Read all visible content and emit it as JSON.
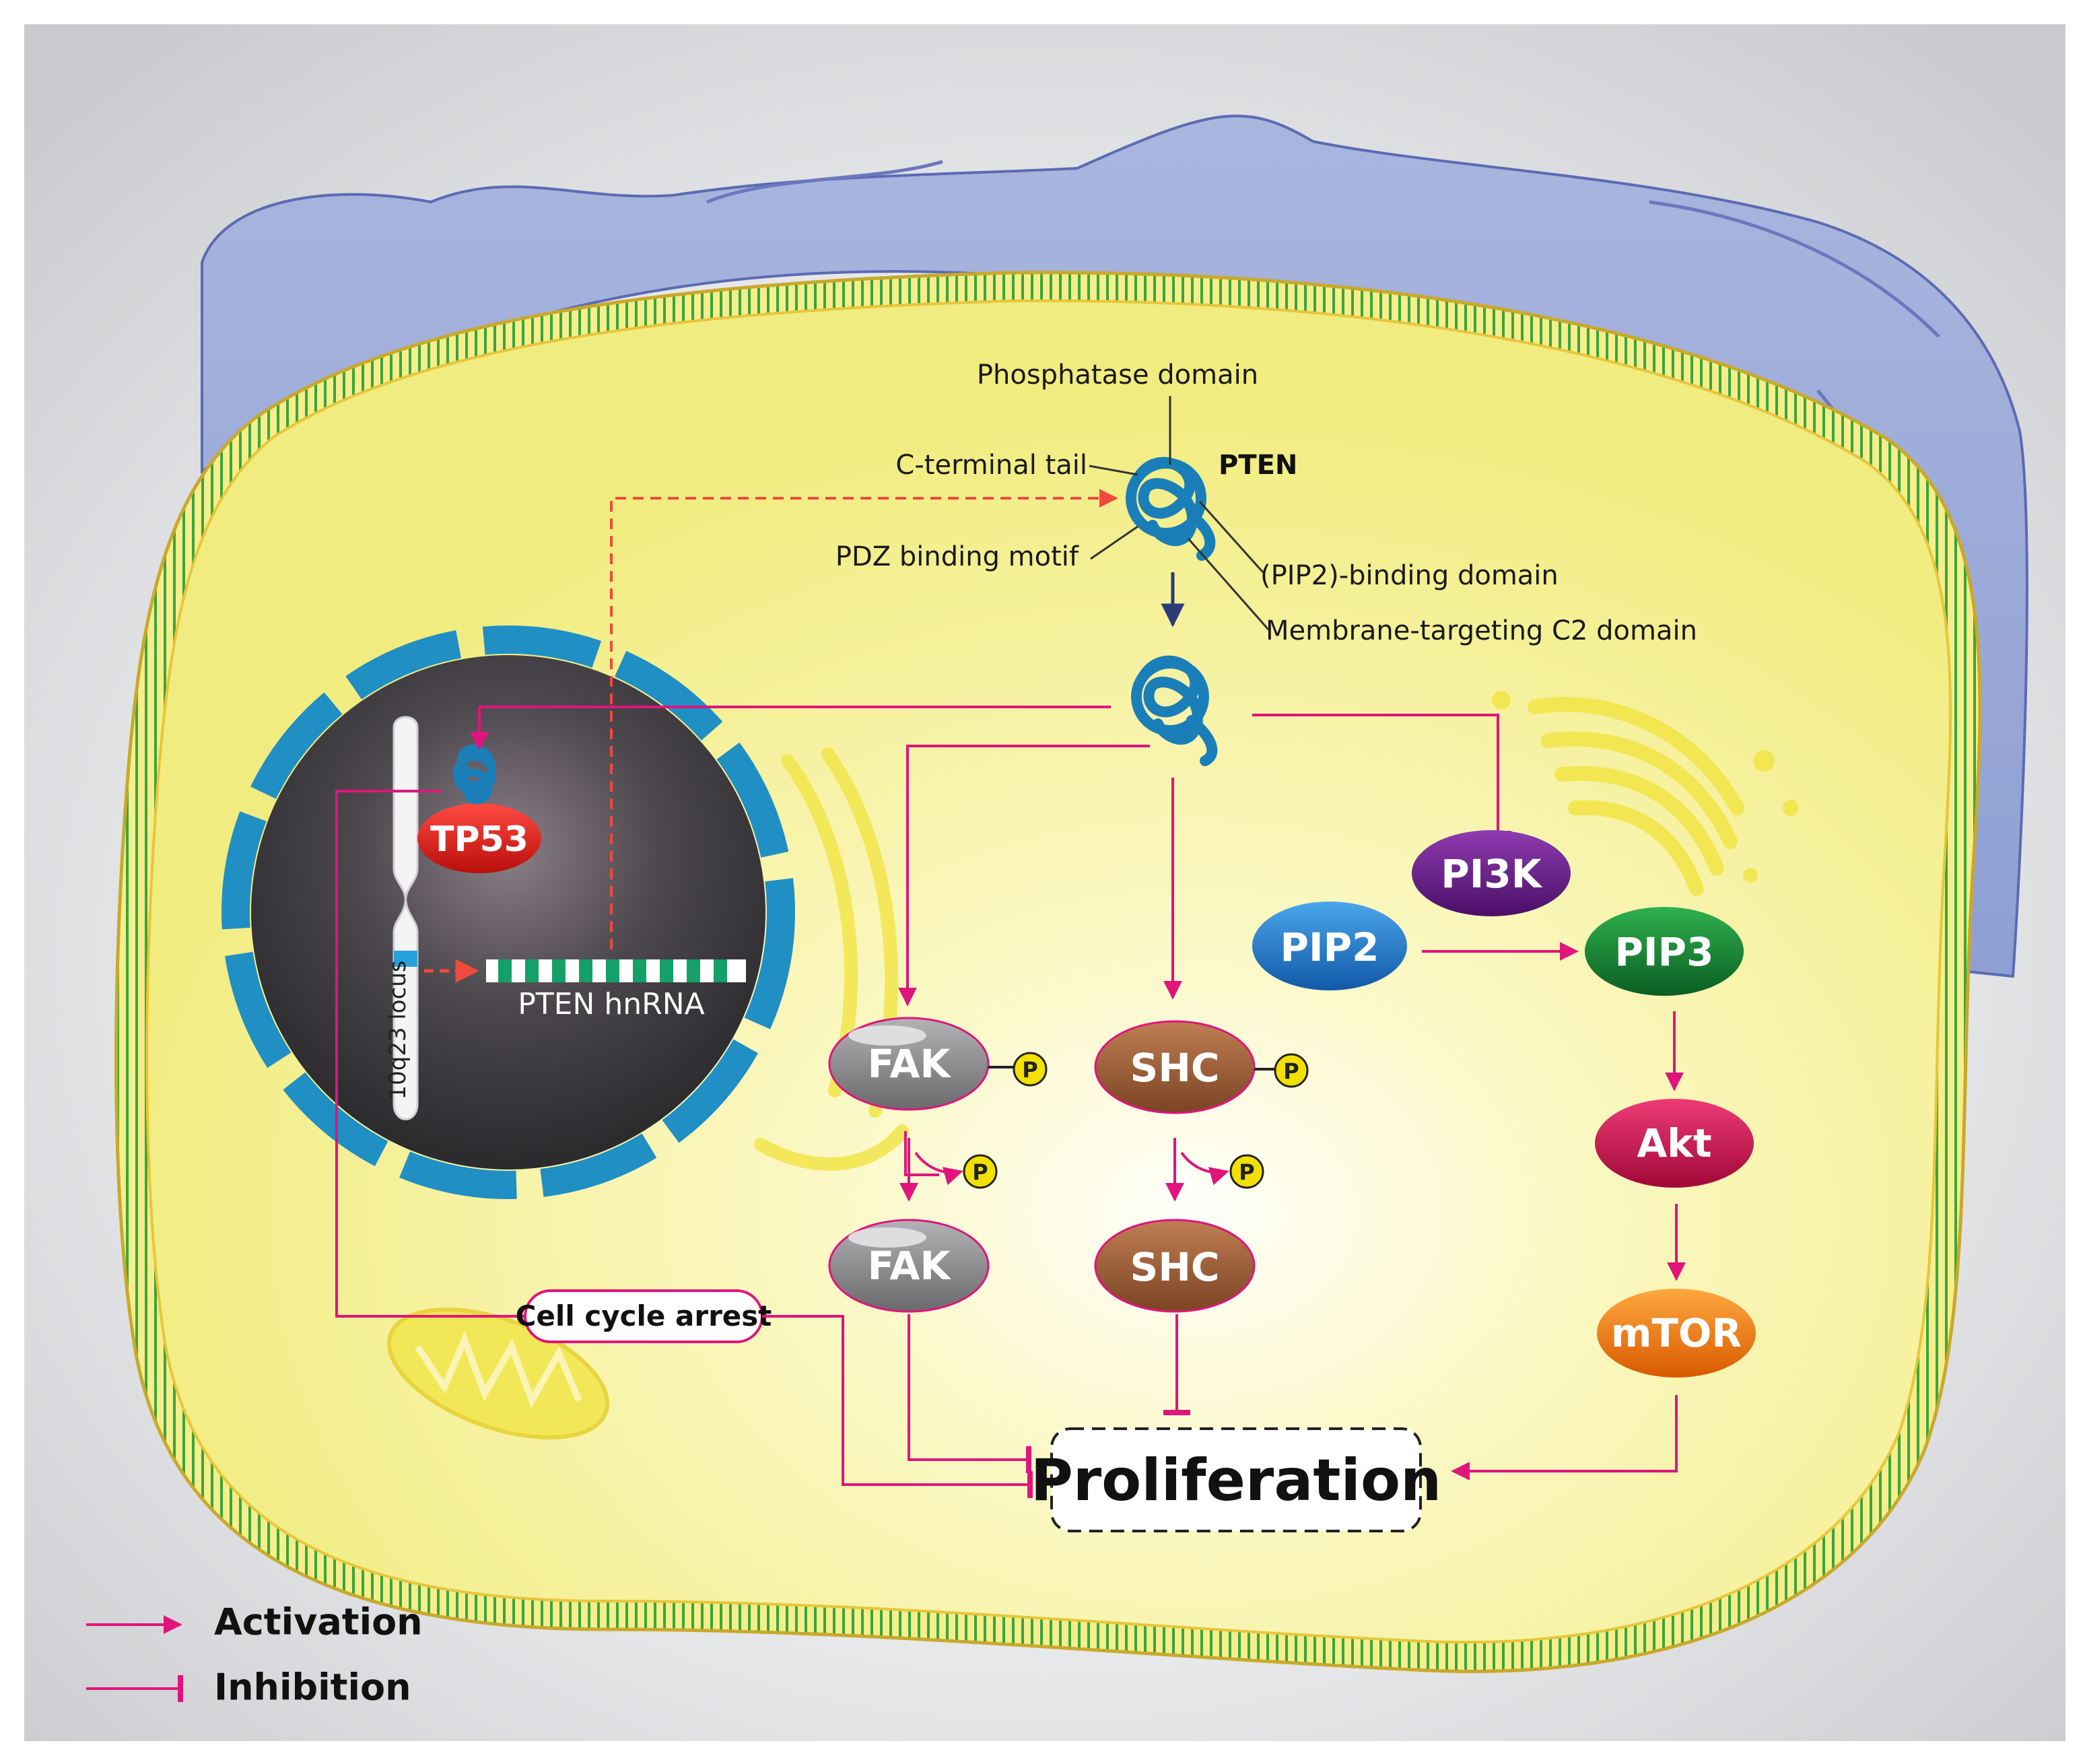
{
  "title": "",
  "colors": {
    "activation": "#e0157c",
    "inhibition": "#e0157c",
    "cytoplasm": "#f6f39a",
    "membrane_green": "#3aa63a",
    "membrane_yellow": "#e8c53a",
    "nucleus": "#3b3a3d",
    "envelope": "#1f8fc4",
    "pten": "#1a7fb8",
    "tp53": "#e3201c",
    "fak": "#8a8a8d",
    "shc": "#9a5a34",
    "pi3k": "#6a1a8c",
    "pip2": "#1e7fd0",
    "pip3": "#178a35",
    "akt": "#d4104f",
    "mtor": "#f07a10",
    "phospho": "#f2e000"
  },
  "icons": [
    "pten-protein-icon",
    "golgi-icon",
    "er-icon",
    "mitochondrion-icon",
    "chromosome-icon"
  ],
  "pten_domains": {
    "protein": "PTEN",
    "phosphatase": "Phosphatase domain",
    "c_terminal": "C-terminal tail",
    "pdz": "PDZ binding motif",
    "pip2_binding": "(PIP2)-binding domain",
    "c2": "Membrane-targeting C2 domain"
  },
  "nucleus": {
    "tp53": "TP53",
    "hnrna": "PTEN hnRNA",
    "locus": "10q23 locus"
  },
  "nodes": {
    "fak": "FAK",
    "fak2": "FAK",
    "shc": "SHC",
    "shc2": "SHC",
    "pi3k": "PI3K",
    "pip2": "PIP2",
    "pip3": "PIP3",
    "akt": "Akt",
    "mtor": "mTOR",
    "p": "P"
  },
  "outcomes": {
    "cell_cycle_arrest": "Cell cycle arrest",
    "proliferation": "Proliferation"
  },
  "legend": {
    "activation": "Activation",
    "inhibition": "Inhibition"
  }
}
